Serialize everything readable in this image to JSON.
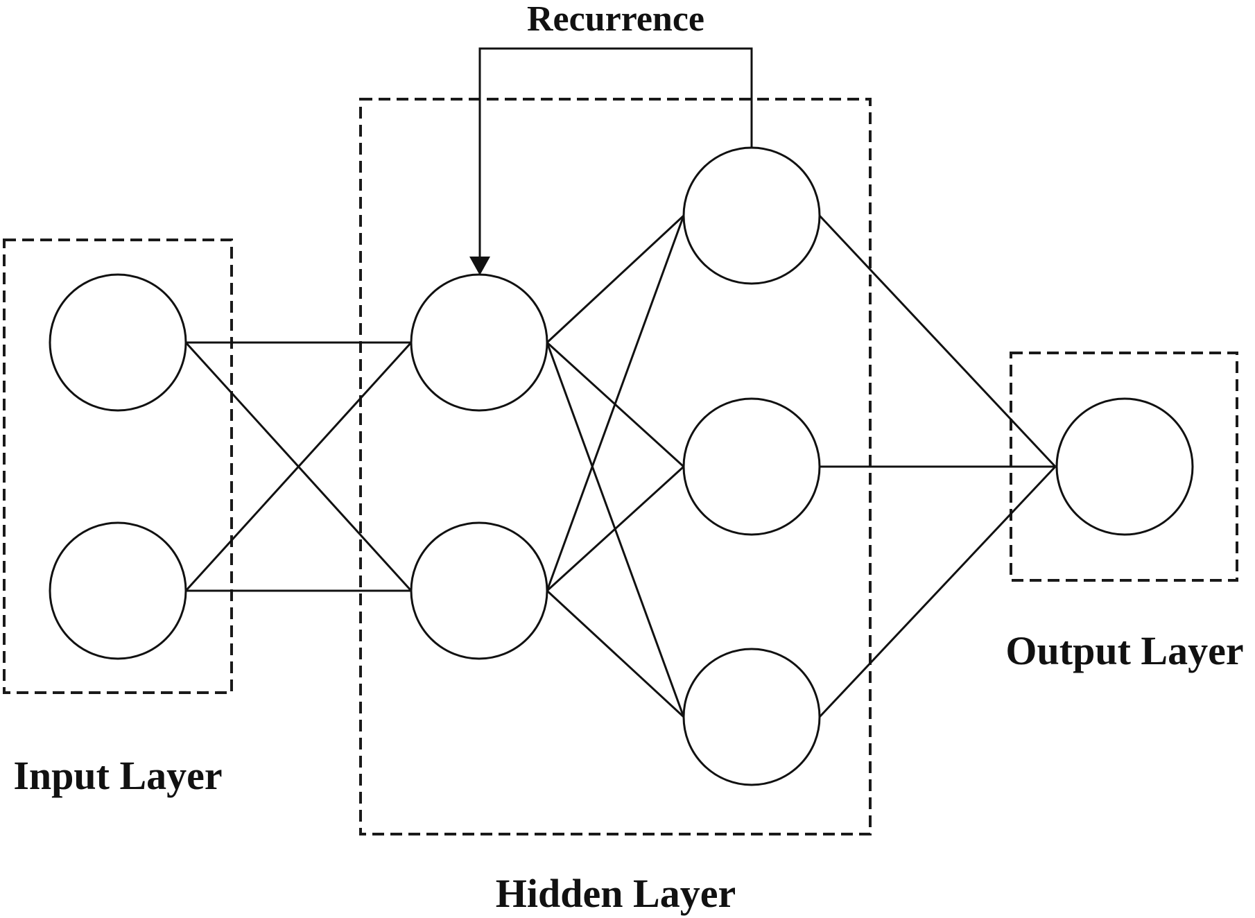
{
  "labels": {
    "recurrence": "Recurrence",
    "input_layer": "Input Layer",
    "hidden_layer": "Hidden Layer",
    "output_layer": "Output Layer"
  },
  "network": {
    "input_neurons": 2,
    "hidden_layer_1_neurons": 2,
    "hidden_layer_2_neurons": 3,
    "output_neurons": 1,
    "fully_connected": true,
    "recurrent_connection": "from top neuron of second hidden column back to top neuron of first hidden column"
  }
}
